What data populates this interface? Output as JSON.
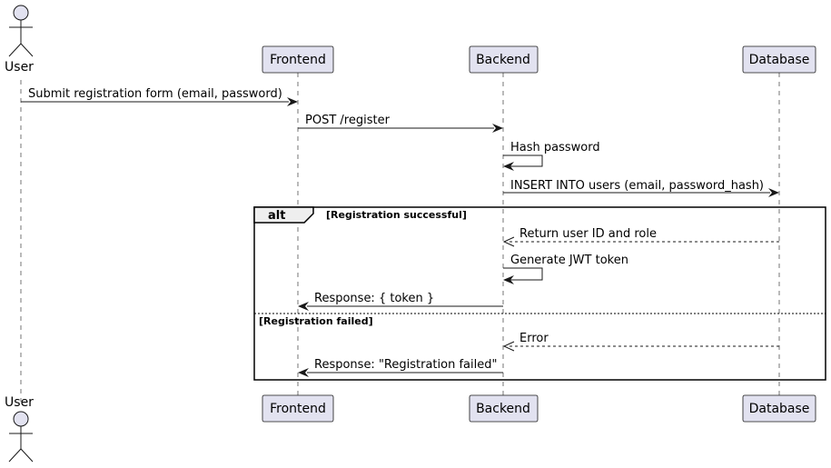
{
  "participants": {
    "user": "User",
    "frontend": "Frontend",
    "backend": "Backend",
    "database": "Database"
  },
  "messages": [
    {
      "text": "Submit registration form (email, password)"
    },
    {
      "text": "POST /register"
    },
    {
      "text": "Hash password"
    },
    {
      "text": "INSERT INTO users (email, password_hash)"
    },
    {
      "text": "Return user ID and role"
    },
    {
      "text": "Generate JWT token"
    },
    {
      "text": "Response: { token }"
    },
    {
      "text": "Error"
    },
    {
      "text": "Response: \"Registration failed\""
    }
  ],
  "fragment": {
    "keyword": "alt",
    "guard_success": "[Registration successful]",
    "guard_failure": "[Registration failed]"
  }
}
